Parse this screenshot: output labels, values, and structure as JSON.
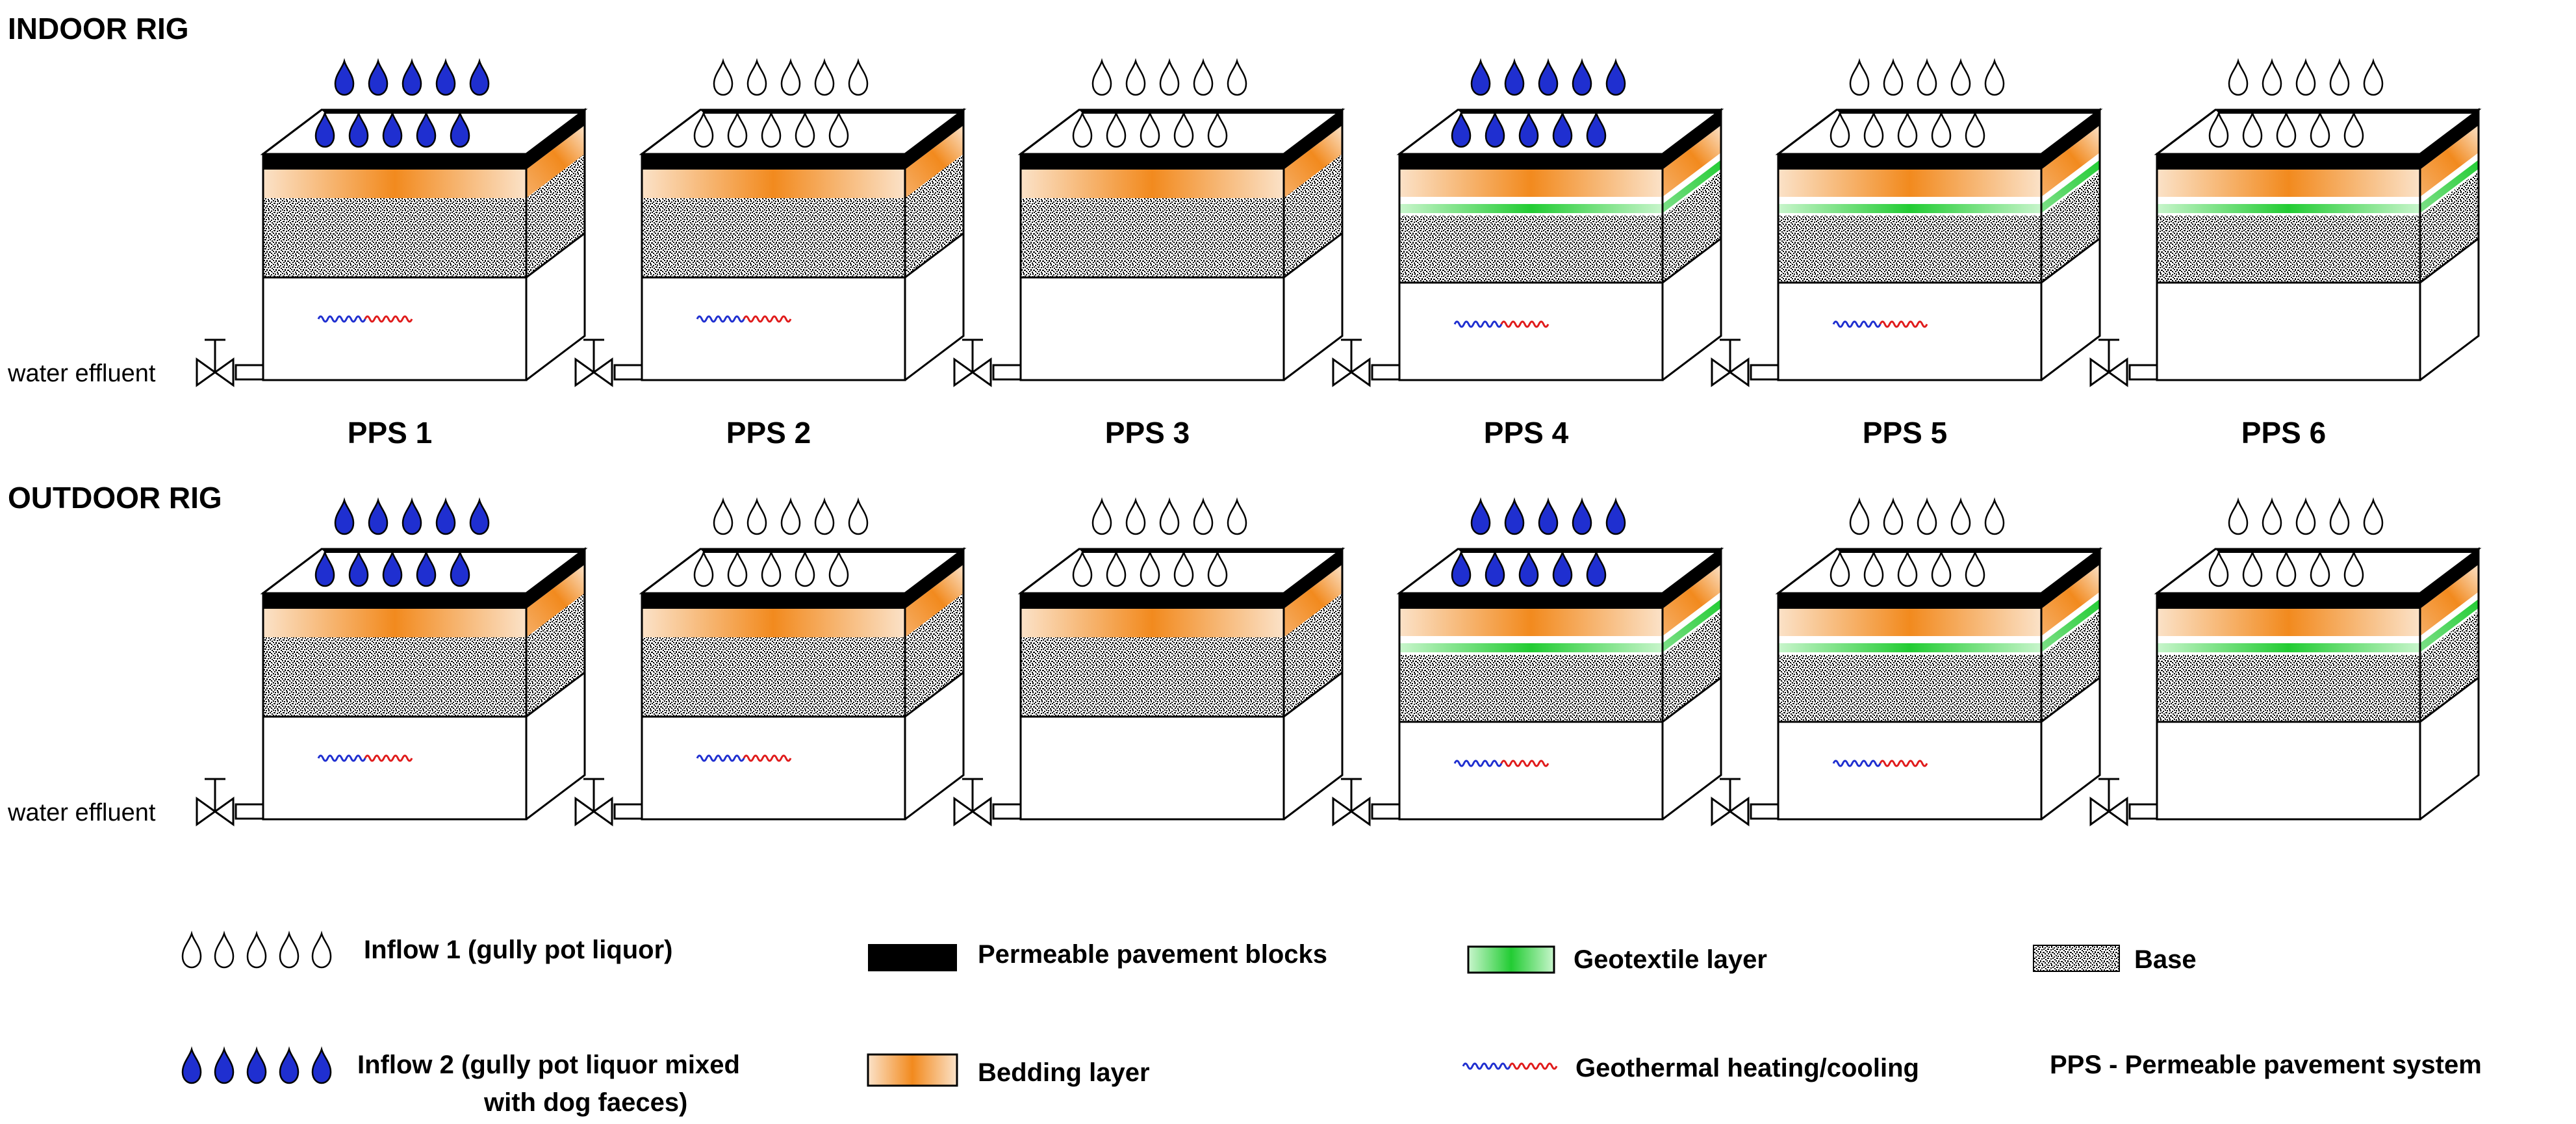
{
  "rigs": [
    {
      "title": "INDOOR RIG",
      "effluent_label": "water effluent"
    },
    {
      "title": "OUTDOOR RIG",
      "effluent_label": "water effluent"
    }
  ],
  "systems": [
    {
      "label": "PPS 1",
      "inflow": 2,
      "geotextile": false,
      "geothermal": true
    },
    {
      "label": "PPS 2",
      "inflow": 1,
      "geotextile": false,
      "geothermal": true
    },
    {
      "label": "PPS 3",
      "inflow": 1,
      "geotextile": false,
      "geothermal": false
    },
    {
      "label": "PPS 4",
      "inflow": 2,
      "geotextile": true,
      "geothermal": true
    },
    {
      "label": "PPS 5",
      "inflow": 1,
      "geotextile": true,
      "geothermal": true
    },
    {
      "label": "PPS 6",
      "inflow": 1,
      "geotextile": true,
      "geothermal": false
    }
  ],
  "legend": {
    "inflow1": "Inflow 1 (gully pot liquor)",
    "inflow2_line1": "Inflow 2  (gully pot liquor mixed",
    "inflow2_line2": "with dog faeces)",
    "blocks": "Permeable pavement blocks",
    "bedding": "Bedding layer",
    "geotextile": "Geotextile layer",
    "geothermal": "Geothermal heating/cooling",
    "base": "Base",
    "abbreviation": "PPS - Permeable pavement system"
  },
  "colors": {
    "blocks": "#000000",
    "bedding": "#f28a1e",
    "geotextile": "#22cc33",
    "inflow2_drop": "#1f2fd0",
    "wave_blue": "#1f2fd0",
    "wave_red": "#e01b1b"
  }
}
